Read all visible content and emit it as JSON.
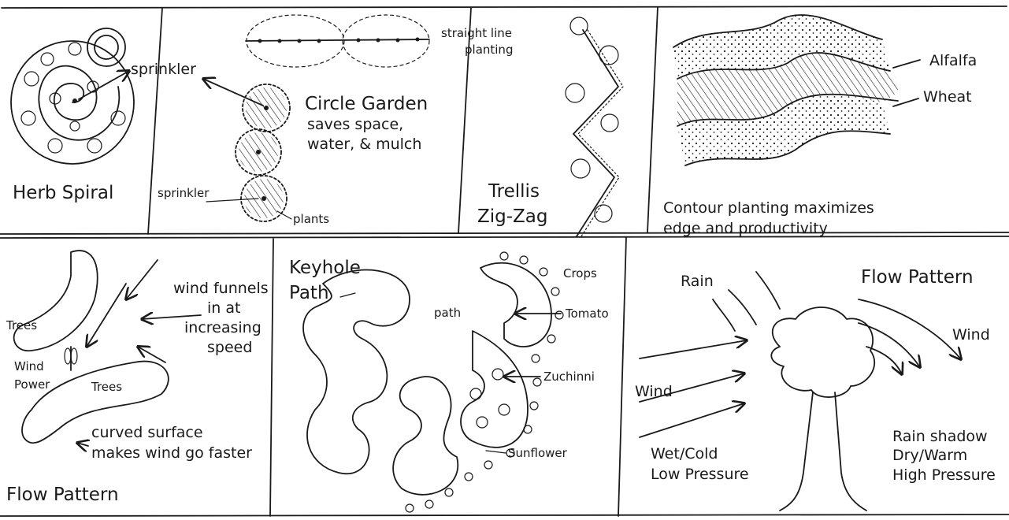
{
  "panels": {
    "herb_spiral": {
      "title": "Herb Spiral",
      "sprinkler": "sprinkler"
    },
    "circle_garden": {
      "title": "Circle Garden",
      "desc_line1": "saves space,",
      "desc_line2": "water, & mulch",
      "straight_line_1": "straight line",
      "straight_line_2": "planting",
      "sprinkler": "sprinkler",
      "plants": "plants"
    },
    "trellis": {
      "line1": "Trellis",
      "line2": "Zig-Zag"
    },
    "contour": {
      "alfalfa": "Alfalfa",
      "wheat": "Wheat",
      "caption1": "Contour planting maximizes",
      "caption2": "edge and productivity"
    },
    "windbreak": {
      "wind1": "wind funnels",
      "wind2": "in at",
      "wind3": "increasing",
      "wind4": "speed",
      "trees_top": "Trees",
      "trees_bottom": "Trees",
      "wind_power1": "Wind",
      "wind_power2": "Power",
      "curved1": "curved surface",
      "curved2": "makes wind go faster",
      "title": "Flow Pattern"
    },
    "keyhole": {
      "title1": "Keyhole",
      "title2": "Path",
      "path": "path",
      "crops": "Crops",
      "tomato": "Tomato",
      "zuchinni": "Zuchinni",
      "sunflower": "Sunflower"
    },
    "rain_shadow": {
      "title": "Flow Pattern",
      "rain": "Rain",
      "wind_left": "Wind",
      "wind_right": "Wind",
      "wet1": "Wet/Cold",
      "wet2": "Low Pressure",
      "shadow1": "Rain shadow",
      "shadow2": "Dry/Warm",
      "shadow3": "High Pressure"
    }
  }
}
